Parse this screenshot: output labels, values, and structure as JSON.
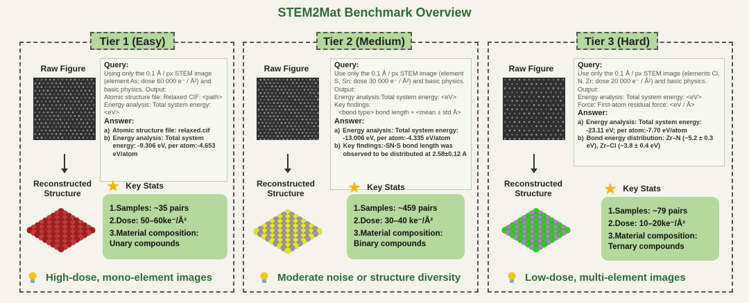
{
  "title": "STEM2Mat Benchmark Overview",
  "raw_label": "Raw Figure",
  "recon_label": "Reconstructed Structure",
  "query_head": "Query:",
  "answer_head": "Answer:",
  "key_stats_label": "Key Stats",
  "tiers": [
    {
      "name": "Tier 1 (Easy)",
      "query_lines": [
        "Using only the 0.1 Å / px STEM image (element As; dose 60 000 e⁻ / Å²) and basic physics. Output:",
        "Atomic structure file: Relaxed CIF: <path>",
        "Energy analysis: Total system energy: <eV>"
      ],
      "answers": [
        {
          "k": "a)",
          "t": "Atomic structure file: relaxed.cif"
        },
        {
          "k": "b)",
          "t": "Energy analysis: Total system energy: -9.306 eV, per atom:-4.653 eV/atom"
        }
      ],
      "stats": [
        "1.Samples: ~35 pairs",
        "2.Dose: 50–60ke⁻/Å²",
        "3.Material composition: Unary compounds"
      ],
      "bottom": "High-dose, mono-element images",
      "atom_colors": [
        "#a31e1e",
        "#c03a3a"
      ]
    },
    {
      "name": "Tier 2 (Medium)",
      "query_lines": [
        "Use only the 0.1 Å / px STEM image (element S, Sn; dose 30 000 e⁻ / Å²) and basic physics. Output:",
        "Energy analysis:Total system energy: <eV>",
        "Key findings:",
        "<bond type> bond length ≈ <mean ± std Å>"
      ],
      "answers": [
        {
          "k": "a)",
          "t": "Energy analysis: Total system energy: -13.006 eV, per atom:-4.335 eV/atom"
        },
        {
          "k": "b)",
          "t": "Key findings:-SN-S bond length was observed to be distributed at 2.58±0.12 A"
        }
      ],
      "stats": [
        "1.Samples: ~459 pairs",
        "2.Dose: 30–40 ke⁻/Å²",
        "3.Material composition: Binary compounds"
      ],
      "bottom": "Moderate noise or structure diversity",
      "atom_colors": [
        "#e5e52a",
        "#9c93a6"
      ]
    },
    {
      "name": "Tier 3 (Hard)",
      "query_lines": [
        "Use only the 0.1 Å / px STEM image (elements Cl, N, Zr; dose 20 000 e⁻ / Å²) and basic physics. Output:",
        "Energy analysis: Total system energy: <eV>",
        "Force: First-atom residual force: <eV / Å>"
      ],
      "answers": [
        {
          "k": "a)",
          "t": "Energy analysis: Total system energy: -23.11 eV; per atom:-7.70 eV/atom"
        },
        {
          "k": "b)",
          "t": "Bond energy distribution: Zr–N (−5.2 ± 0.3 eV), Zr–Cl (−3.8 ± 0.4 eV)"
        }
      ],
      "stats": [
        "1.Samples: ~79 pairs",
        "2.Dose: 10–20ke⁻/Å²",
        "3.Material composition: Ternary compounds"
      ],
      "bottom": "Low-dose, multi-element images",
      "atom_colors": [
        "#33cc22",
        "#9a8fb0"
      ]
    }
  ]
}
